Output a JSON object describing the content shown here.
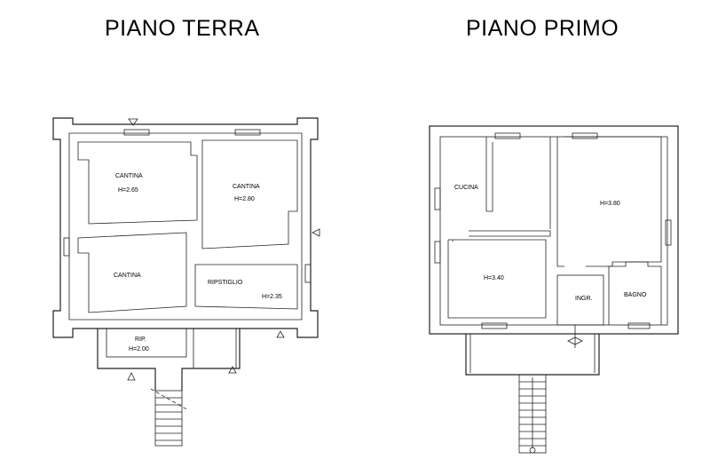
{
  "titles": {
    "left": "PIANO TERRA",
    "right": "PIANO PRIMO"
  },
  "ground_floor": {
    "labels": [
      {
        "id": "cantina1",
        "text": "CANTINA"
      },
      {
        "id": "h1",
        "text": "H=2.65"
      },
      {
        "id": "cantina2",
        "text": "CANTINA"
      },
      {
        "id": "h2",
        "text": "H=2.80"
      },
      {
        "id": "cantina3",
        "text": "CANTINA"
      },
      {
        "id": "ripostiglio",
        "text": "RIPSTIGLIO"
      },
      {
        "id": "h3",
        "text": "H=2.35"
      },
      {
        "id": "rip",
        "text": "RIP."
      },
      {
        "id": "h4",
        "text": "H=2.00"
      }
    ]
  },
  "first_floor": {
    "labels": [
      {
        "id": "cucina",
        "text": "CUCINA"
      },
      {
        "id": "h5",
        "text": "H=3.80"
      },
      {
        "id": "h6",
        "text": "H=3.40"
      },
      {
        "id": "ingr",
        "text": "INGR."
      },
      {
        "id": "bagno",
        "text": "BAGNO"
      }
    ]
  }
}
